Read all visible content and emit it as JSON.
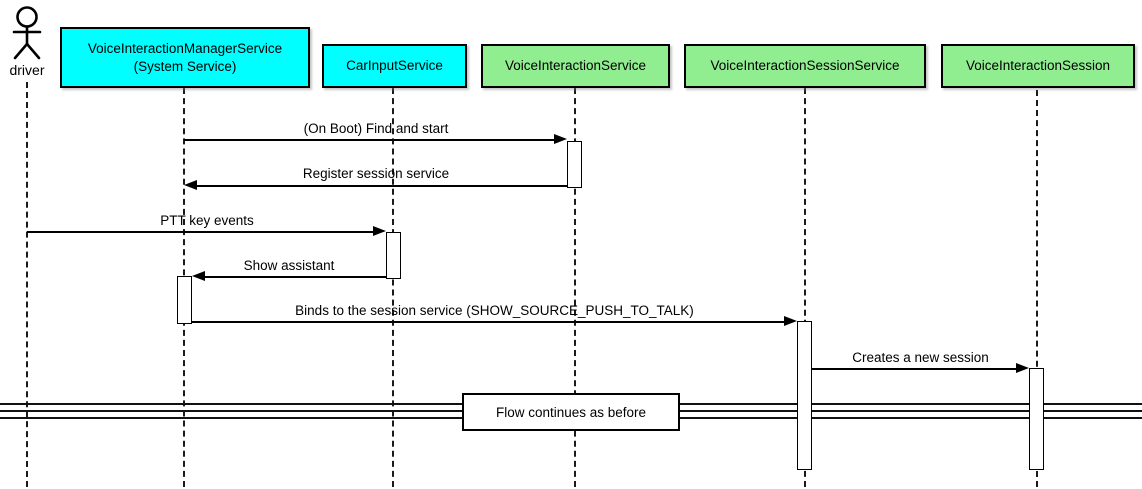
{
  "diagram": {
    "type": "uml-sequence",
    "actor": {
      "name": "driver"
    },
    "participants": [
      {
        "label": "VoiceInteractionManagerService",
        "sublabel": "(System Service)",
        "fill": "cyan"
      },
      {
        "label": "CarInputService",
        "fill": "cyan"
      },
      {
        "label": "VoiceInteractionService",
        "fill": "green"
      },
      {
        "label": "VoiceInteractionSessionService",
        "fill": "green"
      },
      {
        "label": "VoiceInteractionSession",
        "fill": "green"
      }
    ],
    "messages": [
      {
        "label": "(On Boot) Find and start",
        "from": "VoiceInteractionManagerService",
        "to": "VoiceInteractionService"
      },
      {
        "label": "Register session service",
        "from": "VoiceInteractionService",
        "to": "VoiceInteractionManagerService"
      },
      {
        "label": "PTT key events",
        "from": "driver",
        "to": "CarInputService"
      },
      {
        "label": "Show assistant",
        "from": "CarInputService",
        "to": "VoiceInteractionManagerService"
      },
      {
        "label": "Binds to the session service (SHOW_SOURCE_PUSH_TO_TALK)",
        "from": "VoiceInteractionManagerService",
        "to": "VoiceInteractionSessionService"
      },
      {
        "label": "Creates a new session",
        "from": "VoiceInteractionSessionService",
        "to": "VoiceInteractionSession"
      }
    ],
    "divider": {
      "label": "Flow continues as before"
    },
    "colors": {
      "cyan": "#00FFFF",
      "green": "#90EE90",
      "line": "#000000",
      "background": "#FFFFFF"
    }
  }
}
